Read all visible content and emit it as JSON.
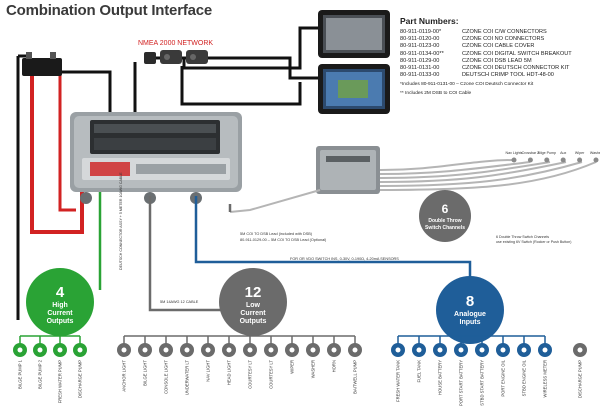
{
  "title": "Combination Output Interface",
  "nmea_label": "NMEA 2000 NETWORK",
  "part_numbers": {
    "heading": "Part Numbers:",
    "items": [
      {
        "code": "80-911-0119-00*",
        "desc": "CZONE COI C/W CONNECTORS"
      },
      {
        "code": "80-911-0120-00",
        "desc": "CZONE COI NO CONNECTORS"
      },
      {
        "code": "80-911-0123-00",
        "desc": "CZONE COI CABLE COVER"
      },
      {
        "code": "80-911-0134-00**",
        "desc": "CZONE COI DIGITAL SWITCH BREAKOUT"
      },
      {
        "code": "80-911-0129-00",
        "desc": "CZONE COI DSB LEAD 5M"
      },
      {
        "code": "80-911-0131-00",
        "desc": "CZONE COI DEUTSCH CONNECTOR KIT"
      },
      {
        "code": "80-911-0133-00",
        "desc": "DEUTSCH CRIMP TOOL HDT-48-00"
      }
    ],
    "notes": [
      "*Includes 80-911-0131-00 – Czone COI Deutsch Connector Kit",
      "** Includes 2M DSB to COI Cable"
    ]
  },
  "badges": {
    "high": {
      "num": "4",
      "l1": "High",
      "l2": "Current",
      "l3": "Outputs"
    },
    "low": {
      "num": "12",
      "l1": "Low",
      "l2": "Current",
      "l3": "Outputs"
    },
    "analogue": {
      "num": "8",
      "l1": "Analogue",
      "l2": "Inputs"
    },
    "switch": {
      "num": "6",
      "l1": "Double Throw",
      "l2": "Switch Channels"
    }
  },
  "cable_labels": {
    "dsb_lead": "5M COI TO DSB Lead (included with DSB)",
    "dsb_lead2": "80-911-0129-00 – 5M COI TO DSB Lead (Optional)",
    "low_cable": "5M 14AWG 12 CABLE",
    "analogue_cable": "FOR OR VDO SWITCH INS, 0-30V, 0-190Ω, 4-20mA SENSORS",
    "high_cable": "DEUTSCH CONNECTOR ASSY + 5 METER 10AWG CABLE",
    "switch_note1": "6 Double Throw Switch Channels",
    "switch_note2": "use existing 6V Switch (Rocker or Push Button)"
  },
  "switch_labels": [
    "Nav Lights",
    "Crossbar 2",
    "Bilge Pump",
    "Aux",
    "Wiper",
    "Washer"
  ],
  "high_outputs": [
    "BILGE PUMP 1",
    "BILGE PUMP 2",
    "FRESH WATER PUMP",
    "DISCHARGE PUMP"
  ],
  "low_outputs": [
    "ANCHOR LIGHT",
    "BILGE LIGHT",
    "CONSOLE LIGHT",
    "UNDERWATER LT",
    "NAV LIGHT",
    "HEAD LIGHT",
    "COURTESY LT",
    "COURTESY LT",
    "WIPER",
    "WASHER",
    "HORN",
    "BAITWELL PUMP"
  ],
  "analogue_inputs": [
    "FRESH WATER TANK",
    "FUEL TANK",
    "HOUSE BATTERY",
    "PORT START BATTERY",
    "STBD START BATTERY",
    "PORT ENGINE OIL",
    "STBD ENGINE OIL",
    "WIRELESS METER"
  ],
  "discharge_label": "DISCHARGE PUMP",
  "colors": {
    "high": "#2aa335",
    "low": "#6b6b6b",
    "analogue": "#1f5e99",
    "switch": "#6b6b6b",
    "red": "#d22222",
    "blue_cable": "#1f5e99"
  }
}
